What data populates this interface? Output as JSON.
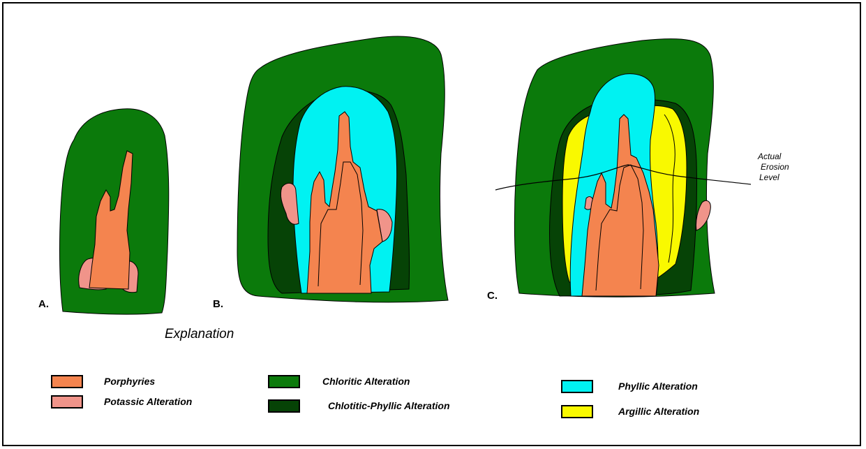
{
  "colors": {
    "porphyry": "#f4844f",
    "potassic": "#f0948a",
    "chloritic": "#0b7a0b",
    "chloritic_phyllic": "#064306",
    "phyllic": "#00f2f2",
    "argillic": "#f9f900",
    "outline": "#000000"
  },
  "stages": [
    {
      "label": "A."
    },
    {
      "label": "B."
    },
    {
      "label": "C."
    }
  ],
  "erosion_note": {
    "line1": "Actual",
    "line2": "Erosion",
    "line3": "Level"
  },
  "explanation_title": "Explanation",
  "legend": [
    {
      "label": "Porphyries",
      "color": "#f4844f"
    },
    {
      "label": "Potassic Alteration",
      "color": "#f0948a"
    },
    {
      "label": "Chloritic Alteration",
      "color": "#0b7a0b"
    },
    {
      "label": "Chlotitic-Phyllic Alteration",
      "color": "#064306"
    },
    {
      "label": "Phyllic Alteration",
      "color": "#00f2f2"
    },
    {
      "label": "Argillic Alteration",
      "color": "#f9f900"
    }
  ]
}
